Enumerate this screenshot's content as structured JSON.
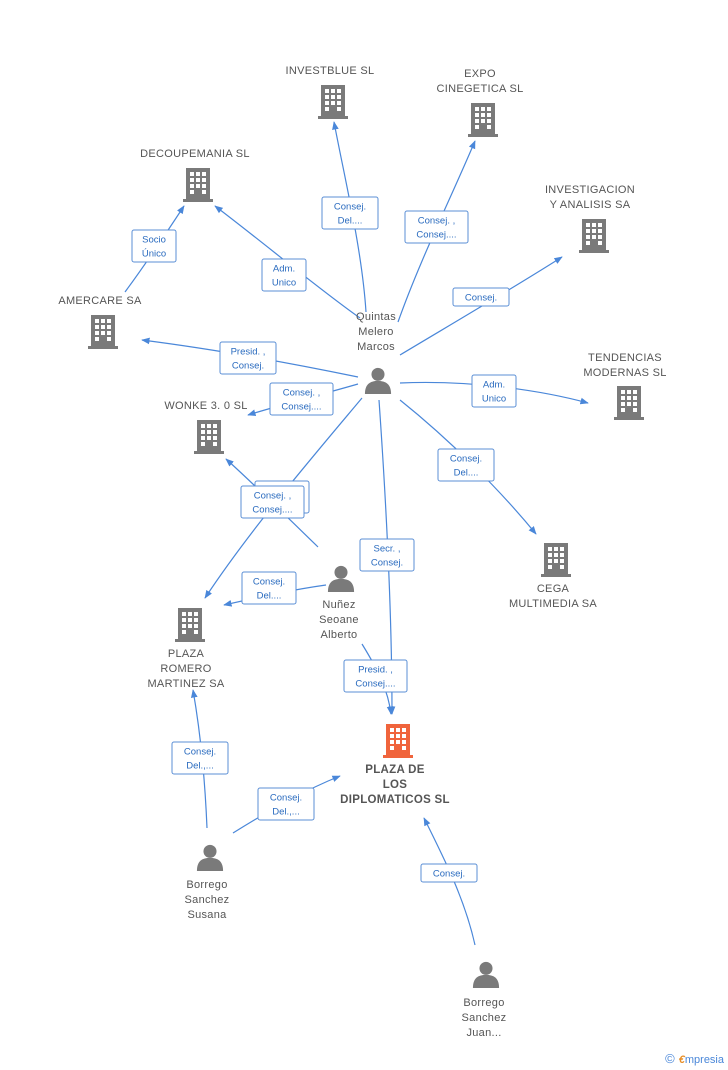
{
  "colors": {
    "edge": "#4a87d9",
    "company": "#7a7a7a",
    "main_company": "#f0643c",
    "person": "#7a7a7a",
    "label": "#555555"
  },
  "nodes": [
    {
      "id": "investblue",
      "type": "company",
      "lines": [
        "INVESTBLUE SL"
      ]
    },
    {
      "id": "expo",
      "type": "company",
      "lines": [
        "EXPO",
        "CINEGETICA SL"
      ]
    },
    {
      "id": "decoupemania",
      "type": "company",
      "lines": [
        "DECOUPEMANIA SL"
      ]
    },
    {
      "id": "investigacion",
      "type": "company",
      "lines": [
        "INVESTIGACION",
        "Y ANALISIS SA"
      ]
    },
    {
      "id": "amercare",
      "type": "company",
      "lines": [
        "AMERCARE SA"
      ]
    },
    {
      "id": "quintas",
      "type": "person",
      "lines": [
        "Quintas",
        "Melero",
        "Marcos"
      ]
    },
    {
      "id": "tendencias",
      "type": "company",
      "lines": [
        "TENDENCIAS",
        "MODERNAS SL"
      ]
    },
    {
      "id": "wonke",
      "type": "company",
      "lines": [
        "WONKE 3. 0 SL"
      ]
    },
    {
      "id": "cega",
      "type": "company",
      "lines": [
        "CEGA",
        "MULTIMEDIA SA"
      ]
    },
    {
      "id": "nunez",
      "type": "person",
      "lines": [
        "Nuñez",
        "Seoane",
        "Alberto"
      ]
    },
    {
      "id": "plazaromero",
      "type": "company",
      "lines": [
        "PLAZA",
        "ROMERO",
        "MARTINEZ SA"
      ]
    },
    {
      "id": "plazadiplo",
      "type": "main",
      "lines": [
        "PLAZA DE",
        "LOS",
        "DIPLOMATICOS SL"
      ]
    },
    {
      "id": "borregosusana",
      "type": "person",
      "lines": [
        "Borrego",
        "Sanchez",
        "Susana"
      ]
    },
    {
      "id": "borregojuan",
      "type": "person",
      "lines": [
        "Borrego",
        "Sanchez",
        "Juan..."
      ]
    }
  ],
  "edges": [
    {
      "id": "e-quintas-investblue",
      "lines": [
        "Consej.",
        "Del...."
      ]
    },
    {
      "id": "e-quintas-expo",
      "lines": [
        "Consej. ,",
        "Consej...."
      ]
    },
    {
      "id": "e-amercare-decoupemania",
      "lines": [
        "Socio",
        "Único"
      ]
    },
    {
      "id": "e-quintas-decoupemania",
      "lines": [
        "Adm.",
        "Unico"
      ]
    },
    {
      "id": "e-quintas-investigacion",
      "lines": [
        "Consej."
      ]
    },
    {
      "id": "e-quintas-amercare",
      "lines": [
        "Presid. ,",
        "Consej."
      ]
    },
    {
      "id": "e-quintas-wonke",
      "lines": [
        "Consej. ,",
        "Consej...."
      ]
    },
    {
      "id": "e-quintas-tendencias",
      "lines": [
        "Adm.",
        "Unico"
      ]
    },
    {
      "id": "e-quintas-cega",
      "lines": [
        "Consej.",
        "Del...."
      ]
    },
    {
      "id": "e-nunez-wonke",
      "lines": [
        "Consej. ,",
        "Consej...."
      ]
    },
    {
      "id": "e-quintas-plazaromero",
      "lines": [
        "Consej. ,",
        "Consej...."
      ]
    },
    {
      "id": "e-quintas-plazadiplo",
      "lines": [
        "Secr. ,",
        "Consej."
      ]
    },
    {
      "id": "e-nunez-plazaromero",
      "lines": [
        "Consej.",
        "Del...."
      ]
    },
    {
      "id": "e-nunez-plazadiplo",
      "lines": [
        "Presid. ,",
        "Consej...."
      ]
    },
    {
      "id": "e-susana-plazaromero",
      "lines": [
        "Consej.",
        "Del.,..."
      ]
    },
    {
      "id": "e-susana-plazadiplo",
      "lines": [
        "Consej.",
        "Del.,..."
      ]
    },
    {
      "id": "e-juan-plazadiplo",
      "lines": [
        "Consej."
      ]
    }
  ],
  "footer": {
    "copyright": "©",
    "brand_initial": "€",
    "brand_rest": "mpresia"
  }
}
